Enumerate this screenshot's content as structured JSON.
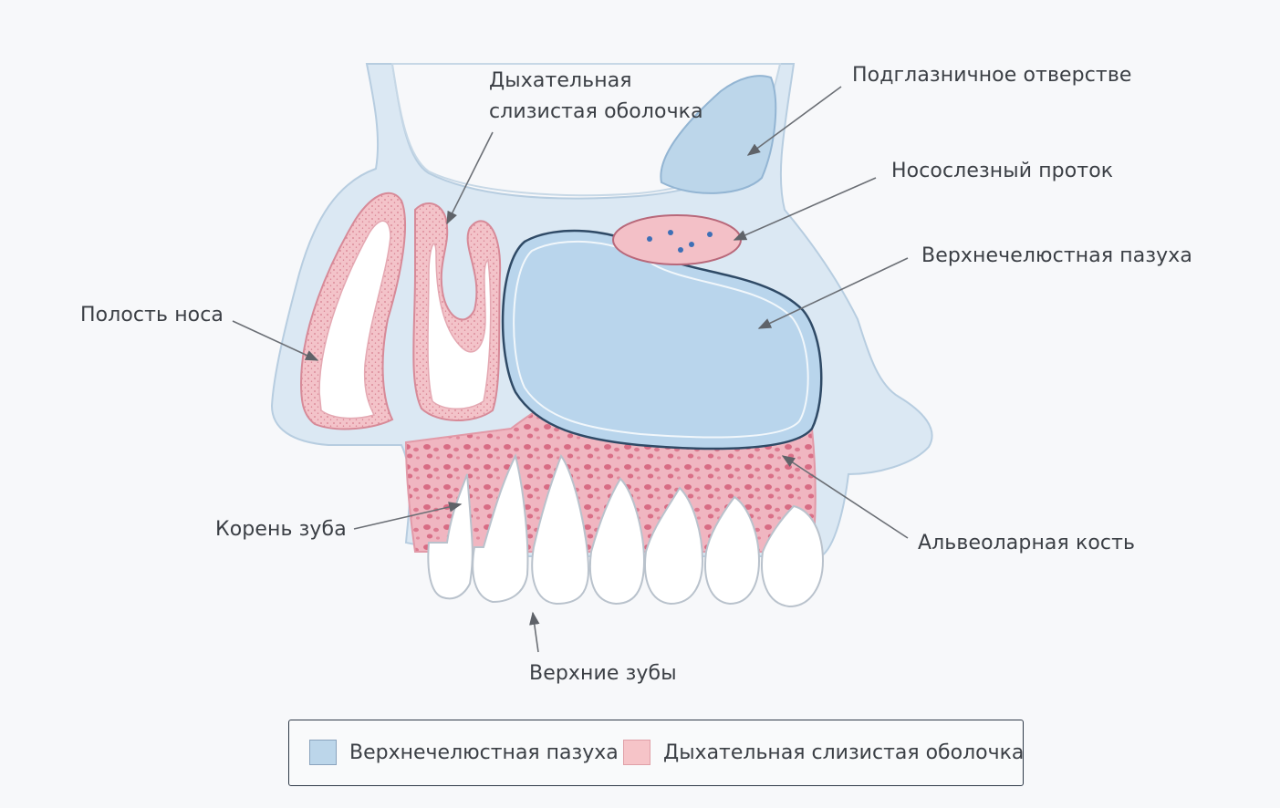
{
  "labels": {
    "respiratory_mucosa": [
      "Дыхательная",
      "слизистая оболочка"
    ],
    "infraorbital_foramen": "Подглазничное отверстве",
    "nasolacrimal_duct": "Носослезный проток",
    "maxillary_sinus": "Верхнечелюстная пазуха",
    "nasal_cavity": "Полость носа",
    "tooth_root": "Корень зуба",
    "alveolar_bone": "Альвеоларная кость",
    "upper_teeth": "Верхние зубы"
  },
  "legend": [
    {
      "label": "Верхнечелюстная пазуха",
      "color": "#bcd6ea"
    },
    {
      "label": "Дыхательная слизистая оболочка",
      "color": "#f6c4c8"
    }
  ],
  "colors": {
    "bone_blue": "#dbe8f3",
    "sinus_blue": "#b9d5ec",
    "mucosa_pink": "#f2b8c0",
    "alveolar_pink": "#eea9b6",
    "tooth_white": "#ffffff",
    "leader_line": "#6b6f75"
  }
}
